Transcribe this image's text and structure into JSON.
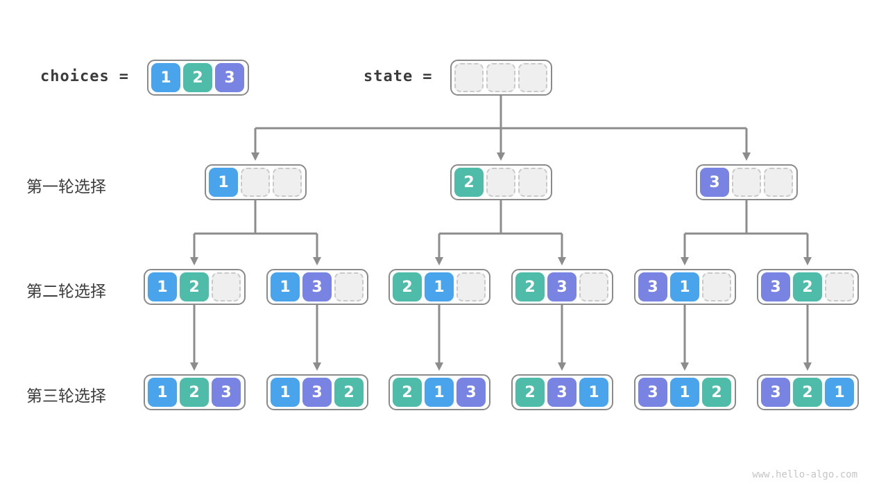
{
  "palette": {
    "1": "#49A4EC",
    "2": "#4FBBA9",
    "3": "#7983E2",
    "arrow": "#8C8C8C",
    "box_border": "#8A8A8A",
    "empty_fill": "#EFEFEF",
    "empty_border": "#C9C9C9",
    "label_text": "#3D3D3D",
    "watermark_text": "#C5C5C5"
  },
  "header": {
    "choices_label": "choices",
    "equals": "=",
    "state_label": "state",
    "choices_cells": [
      1,
      2,
      3
    ],
    "state_cells": [
      null,
      null,
      null
    ]
  },
  "rows": [
    {
      "label": "第一轮选择",
      "nodes": [
        {
          "cells": [
            1,
            null,
            null
          ]
        },
        {
          "cells": [
            2,
            null,
            null
          ]
        },
        {
          "cells": [
            3,
            null,
            null
          ]
        }
      ]
    },
    {
      "label": "第二轮选择",
      "nodes": [
        {
          "cells": [
            1,
            2,
            null
          ]
        },
        {
          "cells": [
            1,
            3,
            null
          ]
        },
        {
          "cells": [
            2,
            1,
            null
          ]
        },
        {
          "cells": [
            2,
            3,
            null
          ]
        },
        {
          "cells": [
            3,
            1,
            null
          ]
        },
        {
          "cells": [
            3,
            2,
            null
          ]
        }
      ]
    },
    {
      "label": "第三轮选择",
      "nodes": [
        {
          "cells": [
            1,
            2,
            3
          ]
        },
        {
          "cells": [
            1,
            3,
            2
          ]
        },
        {
          "cells": [
            2,
            1,
            3
          ]
        },
        {
          "cells": [
            2,
            3,
            1
          ]
        },
        {
          "cells": [
            3,
            1,
            2
          ]
        },
        {
          "cells": [
            3,
            2,
            1
          ]
        }
      ]
    }
  ],
  "watermark": "www.hello-algo.com"
}
